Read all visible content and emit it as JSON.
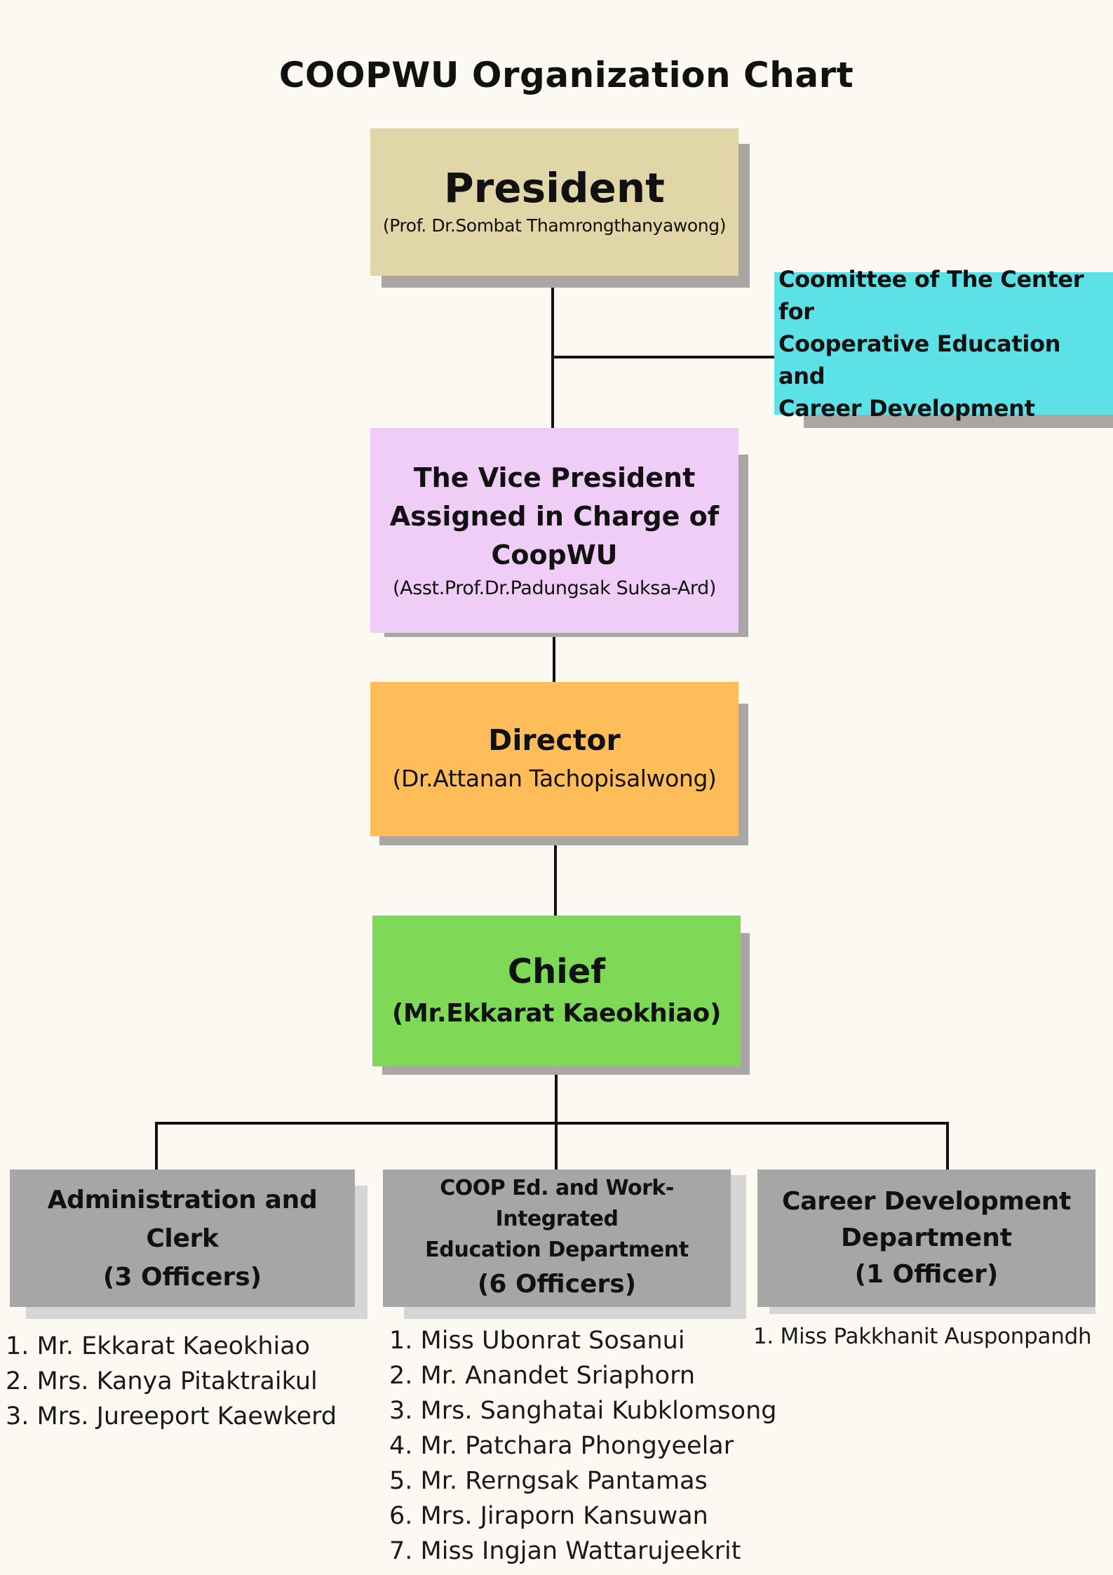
{
  "title": "COOPWU Organization Chart",
  "colors": {
    "background": "#fbf9f1",
    "president": "#e0d6a8",
    "committee": "#5ce1e6",
    "vice_president": "#f0cdf7",
    "director": "#ffbd59",
    "chief": "#7ed957",
    "department": "#a6a6a6",
    "shadow": "#a9a6a3"
  },
  "nodes": {
    "president": {
      "title": "President",
      "name": "(Prof. Dr.Sombat Thamrongthanyawong)"
    },
    "committee": {
      "line1": "Coomittee of The Center for",
      "line2": "Cooperative Education and",
      "line3": "Career Development"
    },
    "vice_president": {
      "line1": "The Vice President",
      "line2": "Assigned in Charge of",
      "line3": "CoopWU",
      "name": "(Asst.Prof.Dr.Padungsak Suksa-Ard)"
    },
    "director": {
      "title": "Director",
      "name": "(Dr.Attanan Tachopisalwong)"
    },
    "chief": {
      "title": "Chief",
      "name": "(Mr.Ekkarat Kaeokhiao)"
    }
  },
  "departments": [
    {
      "line1": "Administration and Clerk",
      "line2": "(3 Officers)",
      "staff": [
        "1. Mr. Ekkarat Kaeokhiao",
        "2. Mrs. Kanya Pitaktraikul",
        "3. Mrs. Jureeport Kaewkerd"
      ]
    },
    {
      "line1": "COOP Ed. and Work-Integrated",
      "line2": "Education Department",
      "line3": "(6 Officers)",
      "staff": [
        "1.  Miss Ubonrat  Sosanui",
        "2.  Mr. Anandet Sriaphorn",
        "3.  Mrs. Sanghatai Kubklomsong",
        "4.  Mr. Patchara Phongyeelar",
        "5.  Mr. Rerngsak Pantamas",
        "6.  Mrs. Jiraporn Kansuwan",
        "7. Miss Ingjan Wattarujeekrit"
      ]
    },
    {
      "line1": "Career Development",
      "line2": "Department",
      "line3": "(1 Officer)",
      "staff": [
        "1.  Miss Pakkhanit Ausponpandh"
      ]
    }
  ]
}
